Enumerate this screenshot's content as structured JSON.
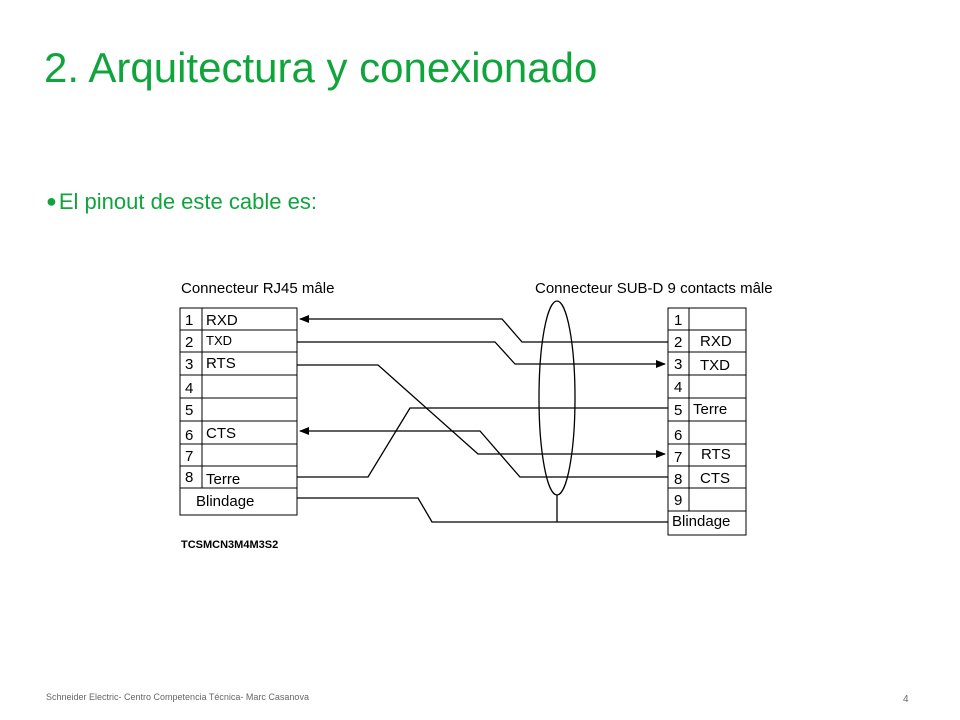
{
  "title": "2. Arquitectura y conexionado",
  "bullet": "El pinout de este cable es:",
  "diagram": {
    "left_header": "Connecteur RJ45 mâle",
    "right_header": "Connecteur SUB-D 9 contacts mâle",
    "left_pins": [
      {
        "num": "1",
        "label": "RXD"
      },
      {
        "num": "2",
        "label": "TXD"
      },
      {
        "num": "3",
        "label": "RTS"
      },
      {
        "num": "4",
        "label": ""
      },
      {
        "num": "5",
        "label": ""
      },
      {
        "num": "6",
        "label": "CTS"
      },
      {
        "num": "7",
        "label": ""
      },
      {
        "num": "8",
        "label": "Terre"
      }
    ],
    "left_shield": "Blindage",
    "right_pins": [
      {
        "num": "1",
        "label": ""
      },
      {
        "num": "2",
        "label": "RXD"
      },
      {
        "num": "3",
        "label": "TXD"
      },
      {
        "num": "4",
        "label": ""
      },
      {
        "num": "5",
        "label": "Terre"
      },
      {
        "num": "6",
        "label": ""
      },
      {
        "num": "7",
        "label": "RTS"
      },
      {
        "num": "8",
        "label": "CTS"
      },
      {
        "num": "9",
        "label": ""
      }
    ],
    "right_shield": "Blindage",
    "cable_ref": "TCSMCN3M4M3S2"
  },
  "footer": "Schneider Electric- Centro Competencia Técnica- Marc Casanova",
  "page_number": "4",
  "colors": {
    "accent": "#10a53c",
    "footer_text": "#666666"
  }
}
